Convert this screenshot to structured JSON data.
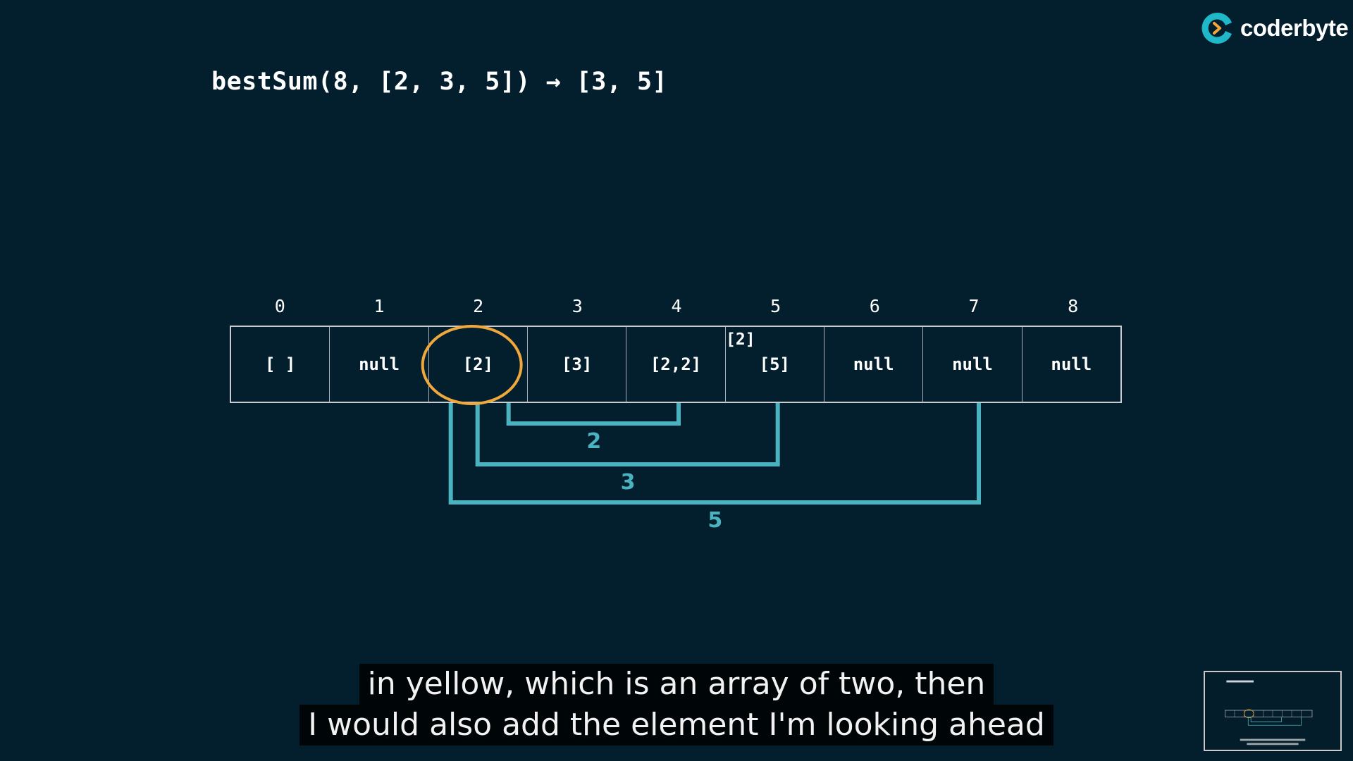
{
  "title": "bestSum(8, [2, 3, 5]) → [3, 5]",
  "brand": {
    "name": "coderbyte",
    "icon": "coderbyte-logo-icon",
    "accent": "#1fb8c8"
  },
  "table": {
    "indices": [
      "0",
      "1",
      "2",
      "3",
      "4",
      "5",
      "6",
      "7",
      "8"
    ],
    "cells": [
      "[ ]",
      "null",
      "[2]",
      "[3]",
      "[2,2]",
      "[5]",
      "null",
      "null",
      "null"
    ],
    "highlight_index": 2,
    "highlight_color": "#f0a83c",
    "pending_label": "[2]",
    "pending_index": 5
  },
  "branches": [
    {
      "label": "2",
      "from_index": 2,
      "to_index": 4
    },
    {
      "label": "3",
      "from_index": 2,
      "to_index": 5
    },
    {
      "label": "5",
      "from_index": 2,
      "to_index": 7
    }
  ],
  "branch_color": "#4ab3bf",
  "subtitle": {
    "line1": "in yellow, which is an array of two, then",
    "line2": "I would also add the element I'm looking ahead"
  },
  "colors": {
    "background": "#031f2e",
    "text": "#ffffff"
  }
}
